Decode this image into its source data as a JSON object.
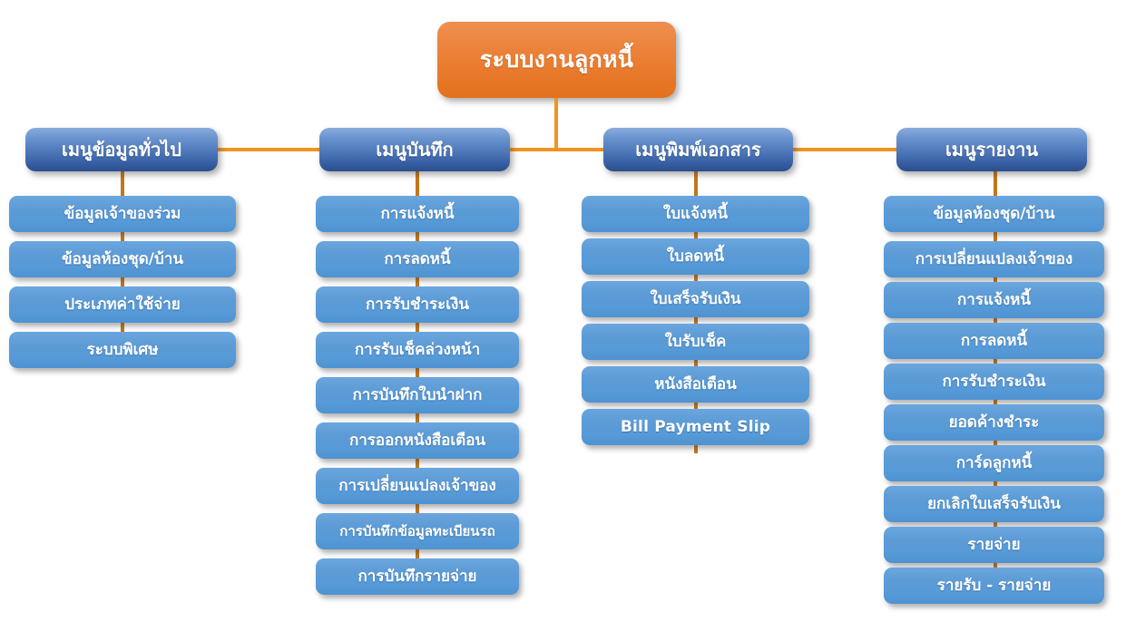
{
  "diagram": {
    "title_node": {
      "label": "ระบบงานลูกหนี้",
      "color": "#E8751F"
    },
    "node_color": "#5B9BD5",
    "header_color": "#2E5393",
    "connector_color": "#F0941F",
    "columns": [
      {
        "header": "เมนูข้อมูลทั่วไป",
        "items": [
          {
            "label": "ข้อมูลเจ้าของร่วม"
          },
          {
            "label": "ข้อมูลห้องชุด/บ้าน"
          },
          {
            "label": "ประเภทค่าใช้จ่าย"
          },
          {
            "label": "ระบบพิเศษ"
          }
        ]
      },
      {
        "header": "เมนูบันทึก",
        "items": [
          {
            "label": "การแจ้งหนี้"
          },
          {
            "label": "การลดหนี้"
          },
          {
            "label": "การรับชำระเงิน"
          },
          {
            "label": "การรับเช็คล่วงหน้า"
          },
          {
            "label": "การบันทึกใบนำฝาก"
          },
          {
            "label": "การออกหนังสือเตือน"
          },
          {
            "label": "การเปลี่ยนแปลงเจ้าของ"
          },
          {
            "label": "การบันทึกข้อมูลทะเบียนรถ",
            "size": "small"
          },
          {
            "label": "การบันทึกรายจ่าย"
          }
        ]
      },
      {
        "header": "เมนูพิมพ์เอกสาร",
        "items": [
          {
            "label": "ใบแจ้งหนี้"
          },
          {
            "label": "ใบลดหนี้"
          },
          {
            "label": "ใบเสร็จรับเงิน"
          },
          {
            "label": "ใบรับเช็ค"
          },
          {
            "label": "หนังสือเตือน"
          },
          {
            "label": "Bill Payment Slip",
            "size": "en"
          }
        ]
      },
      {
        "header": "เมนูรายงาน",
        "items": [
          {
            "label": "ข้อมูลห้องชุด/บ้าน"
          },
          {
            "label": "การเปลี่ยนแปลงเจ้าของ"
          },
          {
            "label": "การแจ้งหนี้"
          },
          {
            "label": "การลดหนี้"
          },
          {
            "label": "การรับชำระเงิน"
          },
          {
            "label": "ยอดค้างชำระ"
          },
          {
            "label": "การ์ดลูกหนี้"
          },
          {
            "label": "ยกเลิกใบเสร็จรับเงิน"
          },
          {
            "label": "รายจ่าย"
          },
          {
            "label": "รายรับ - รายจ่าย"
          }
        ]
      }
    ]
  }
}
